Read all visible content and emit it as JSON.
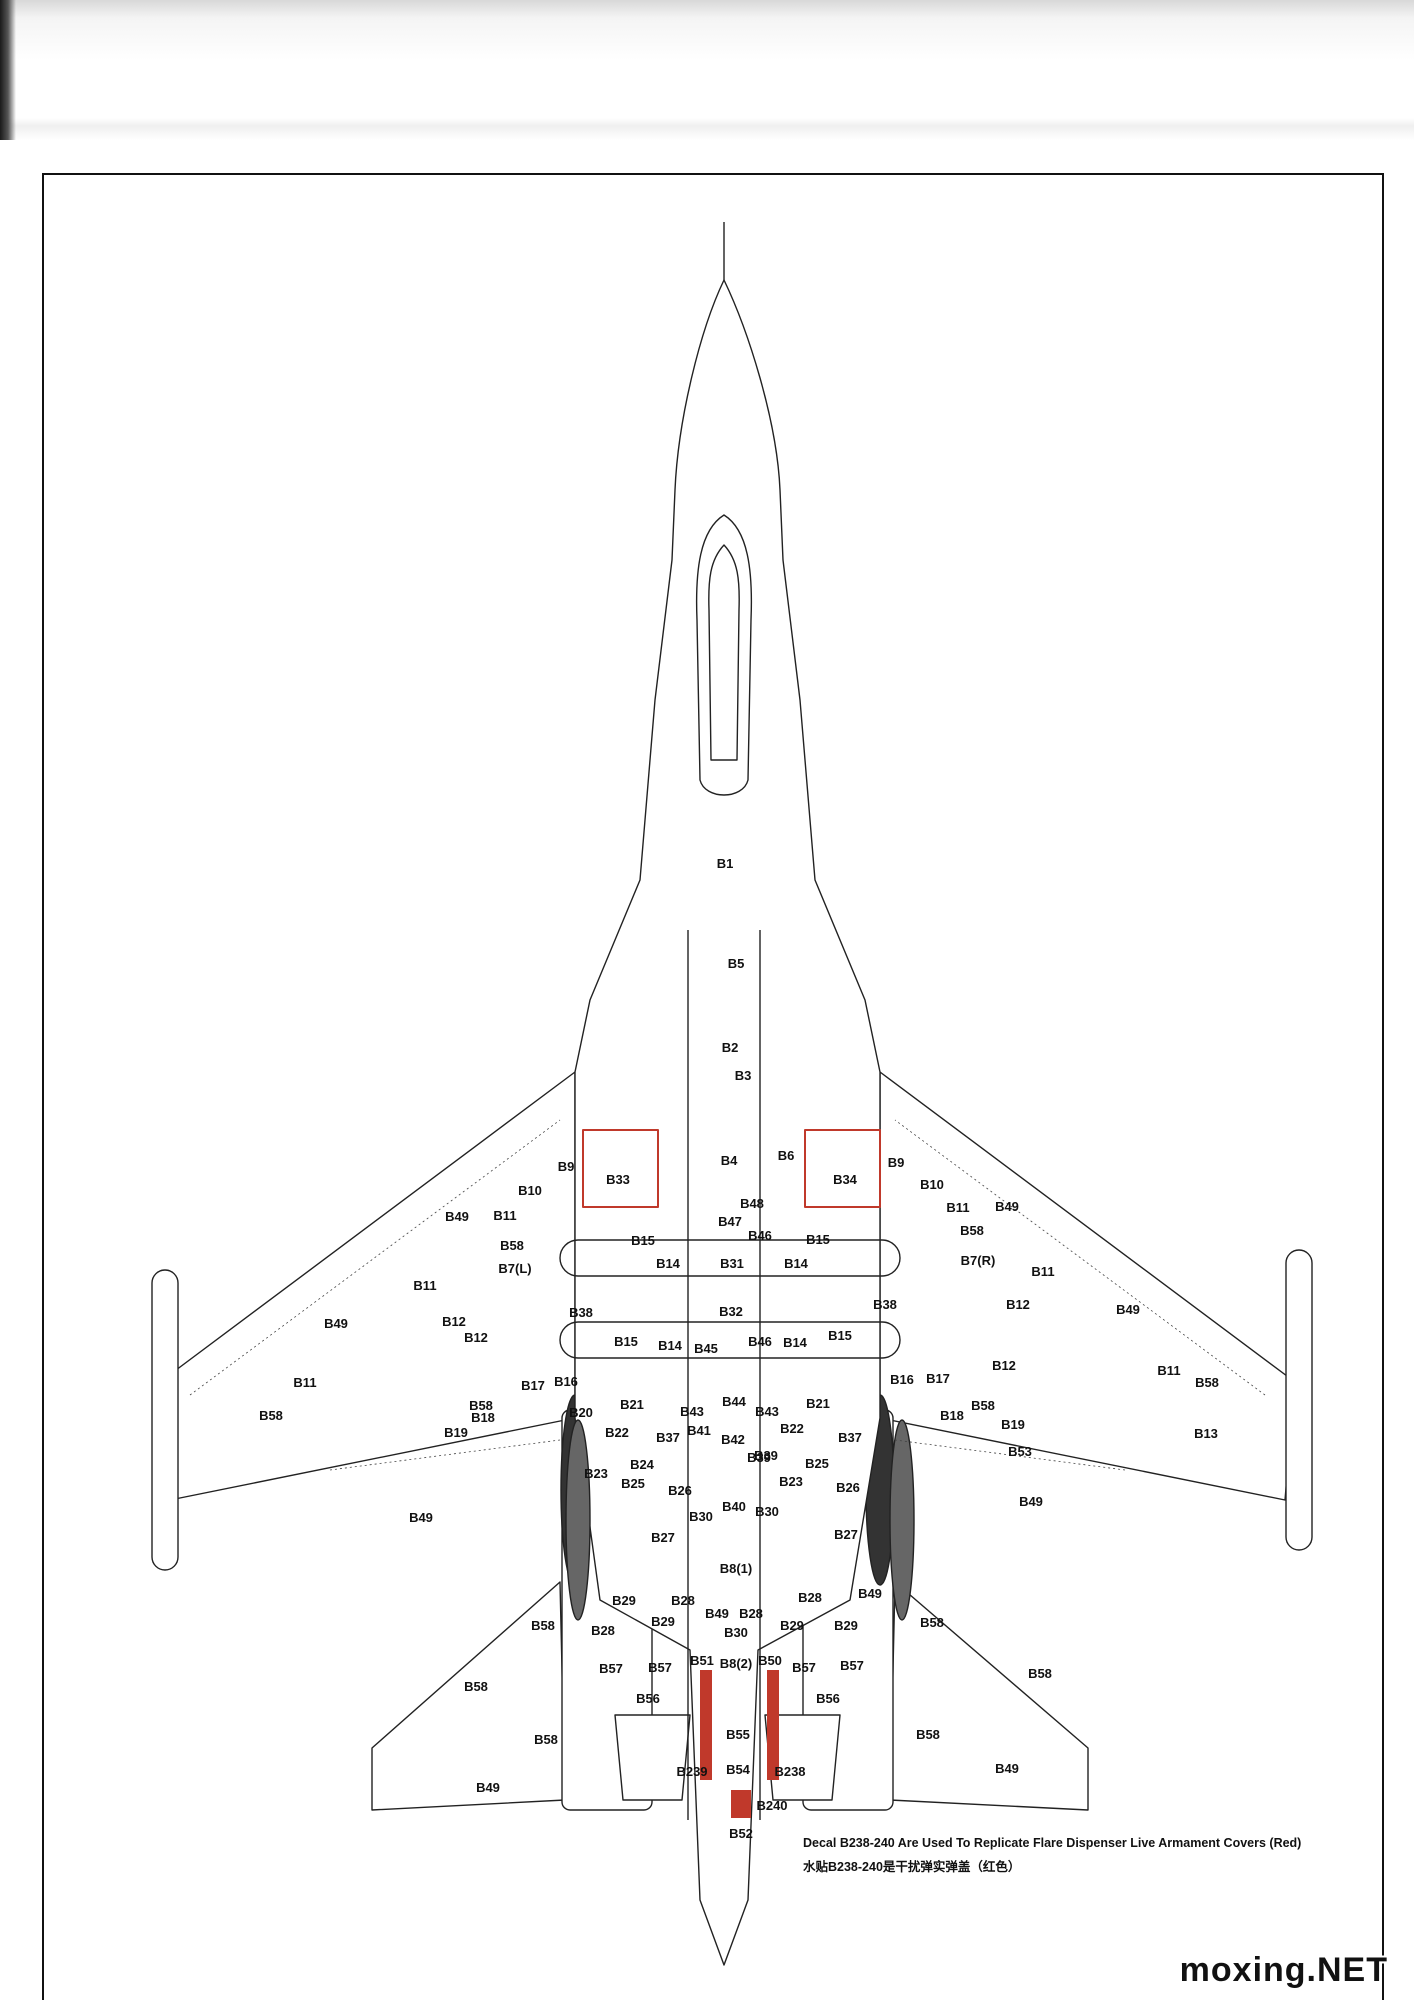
{
  "note": {
    "line1": "Decal B238-240 Are Used To Replicate Flare Dispenser Live Armament Covers (Red)",
    "line2": "水贴B238-240是干扰弹实弹盖（红色）"
  },
  "watermark": "moxing.NET",
  "colors": {
    "line": "#222222",
    "red_marking": "#c0392b",
    "amber_marking": "#d4a017"
  },
  "labels": [
    "B1",
    "B5",
    "B2",
    "B3",
    "B4",
    "B6",
    "B33",
    "B34",
    "B9",
    "B9",
    "B10",
    "B10",
    "B49",
    "B11",
    "B11",
    "B49",
    "B58",
    "B58",
    "B48",
    "B47",
    "B46",
    "B15",
    "B15",
    "B14",
    "B31",
    "B14",
    "B7(L)",
    "B7(R)",
    "B11",
    "B11",
    "B49",
    "B49",
    "B12",
    "B12",
    "B12",
    "B12",
    "B38",
    "B32",
    "B38",
    "B15",
    "B14",
    "B45",
    "B46",
    "B14",
    "B15",
    "B11",
    "B11",
    "B58",
    "B58",
    "B17",
    "B16",
    "B16",
    "B17",
    "B20",
    "B21",
    "B43",
    "B44",
    "B43",
    "B21",
    "B39",
    "B18",
    "B18",
    "B58",
    "B58",
    "B19",
    "B19",
    "B22",
    "B37",
    "B41",
    "B42",
    "B22",
    "B37",
    "B53",
    "B13",
    "B23",
    "B24",
    "B25",
    "B39",
    "B25",
    "B23",
    "B26",
    "B26",
    "B40",
    "B30",
    "B30",
    "B49",
    "B49",
    "B27",
    "B8(1)",
    "B27",
    "B29",
    "B28",
    "B28",
    "B29",
    "B28",
    "B49",
    "B49",
    "B28",
    "B29",
    "B29",
    "B30",
    "B58",
    "B58",
    "B57",
    "B57",
    "B51",
    "B8(2)",
    "B50",
    "B57",
    "B57",
    "B58",
    "B58",
    "B56",
    "B56",
    "B55",
    "B58",
    "B58",
    "B239",
    "B54",
    "B238",
    "B49",
    "B49",
    "B240",
    "B52"
  ]
}
